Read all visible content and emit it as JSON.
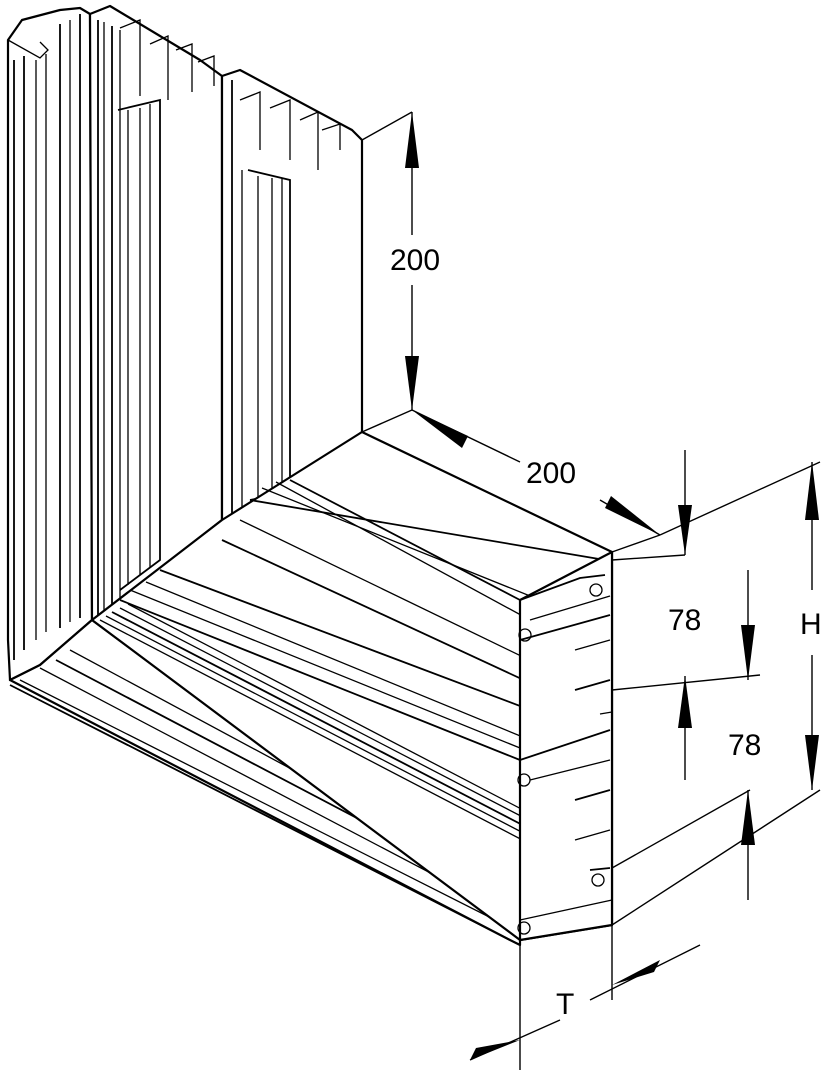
{
  "dimensions": {
    "vertical_leg_length": "200",
    "horizontal_leg_length": "200",
    "upper_compartment": "78",
    "lower_compartment": "78",
    "height_label": "H",
    "depth_label": "T"
  },
  "colors": {
    "line": "#000000",
    "background": "#ffffff"
  }
}
